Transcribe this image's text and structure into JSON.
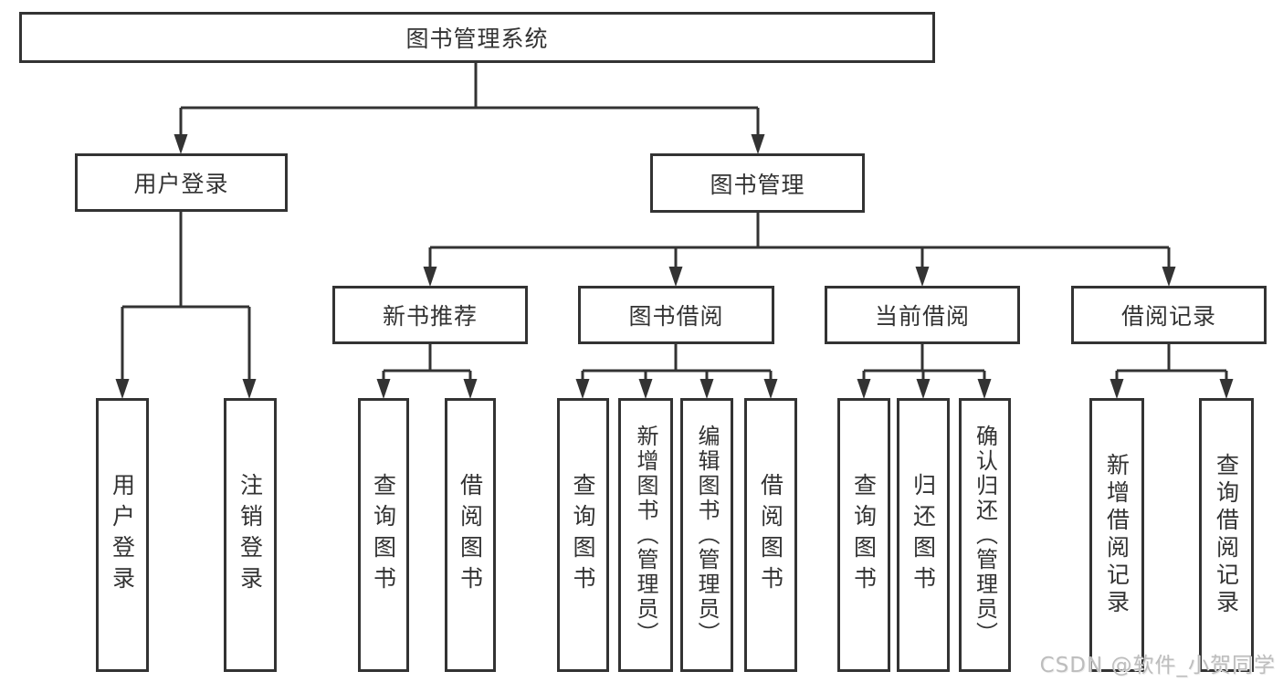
{
  "diagram": {
    "nodes": {
      "root": {
        "label": "图书管理系统"
      },
      "user_login": {
        "label": "用户登录"
      },
      "book_mgmt": {
        "label": "图书管理"
      },
      "new_book_rec": {
        "label": "新书推荐"
      },
      "book_borrow": {
        "label": "图书借阅"
      },
      "current_borrow": {
        "label": "当前借阅"
      },
      "borrow_records": {
        "label": "借阅记录"
      },
      "leaf_user_login": {
        "label": "用户登录"
      },
      "leaf_logout": {
        "label": "注销登录"
      },
      "leaf_nbr_query": {
        "label": "查询图书"
      },
      "leaf_nbr_borrow": {
        "label": "借阅图书"
      },
      "leaf_bb_query": {
        "label": "查询图书"
      },
      "leaf_bb_add": {
        "label": "新增图书（管理员）"
      },
      "leaf_bb_edit": {
        "label": "编辑图书（管理员）"
      },
      "leaf_bb_borrow": {
        "label": "借阅图书"
      },
      "leaf_cb_query": {
        "label": "查询图书"
      },
      "leaf_cb_return": {
        "label": "归还图书"
      },
      "leaf_cb_confirm": {
        "label": "确认归还（管理员）"
      },
      "leaf_br_add": {
        "label": "新增借阅记录"
      },
      "leaf_br_query": {
        "label": "查询借阅记录"
      }
    },
    "colors": {
      "line": "#333333",
      "text": "#333333",
      "box_background": "#ffffff",
      "watermark": "#bdbdbd"
    },
    "watermark": {
      "text": "CSDN @软件_小贺同学"
    }
  }
}
